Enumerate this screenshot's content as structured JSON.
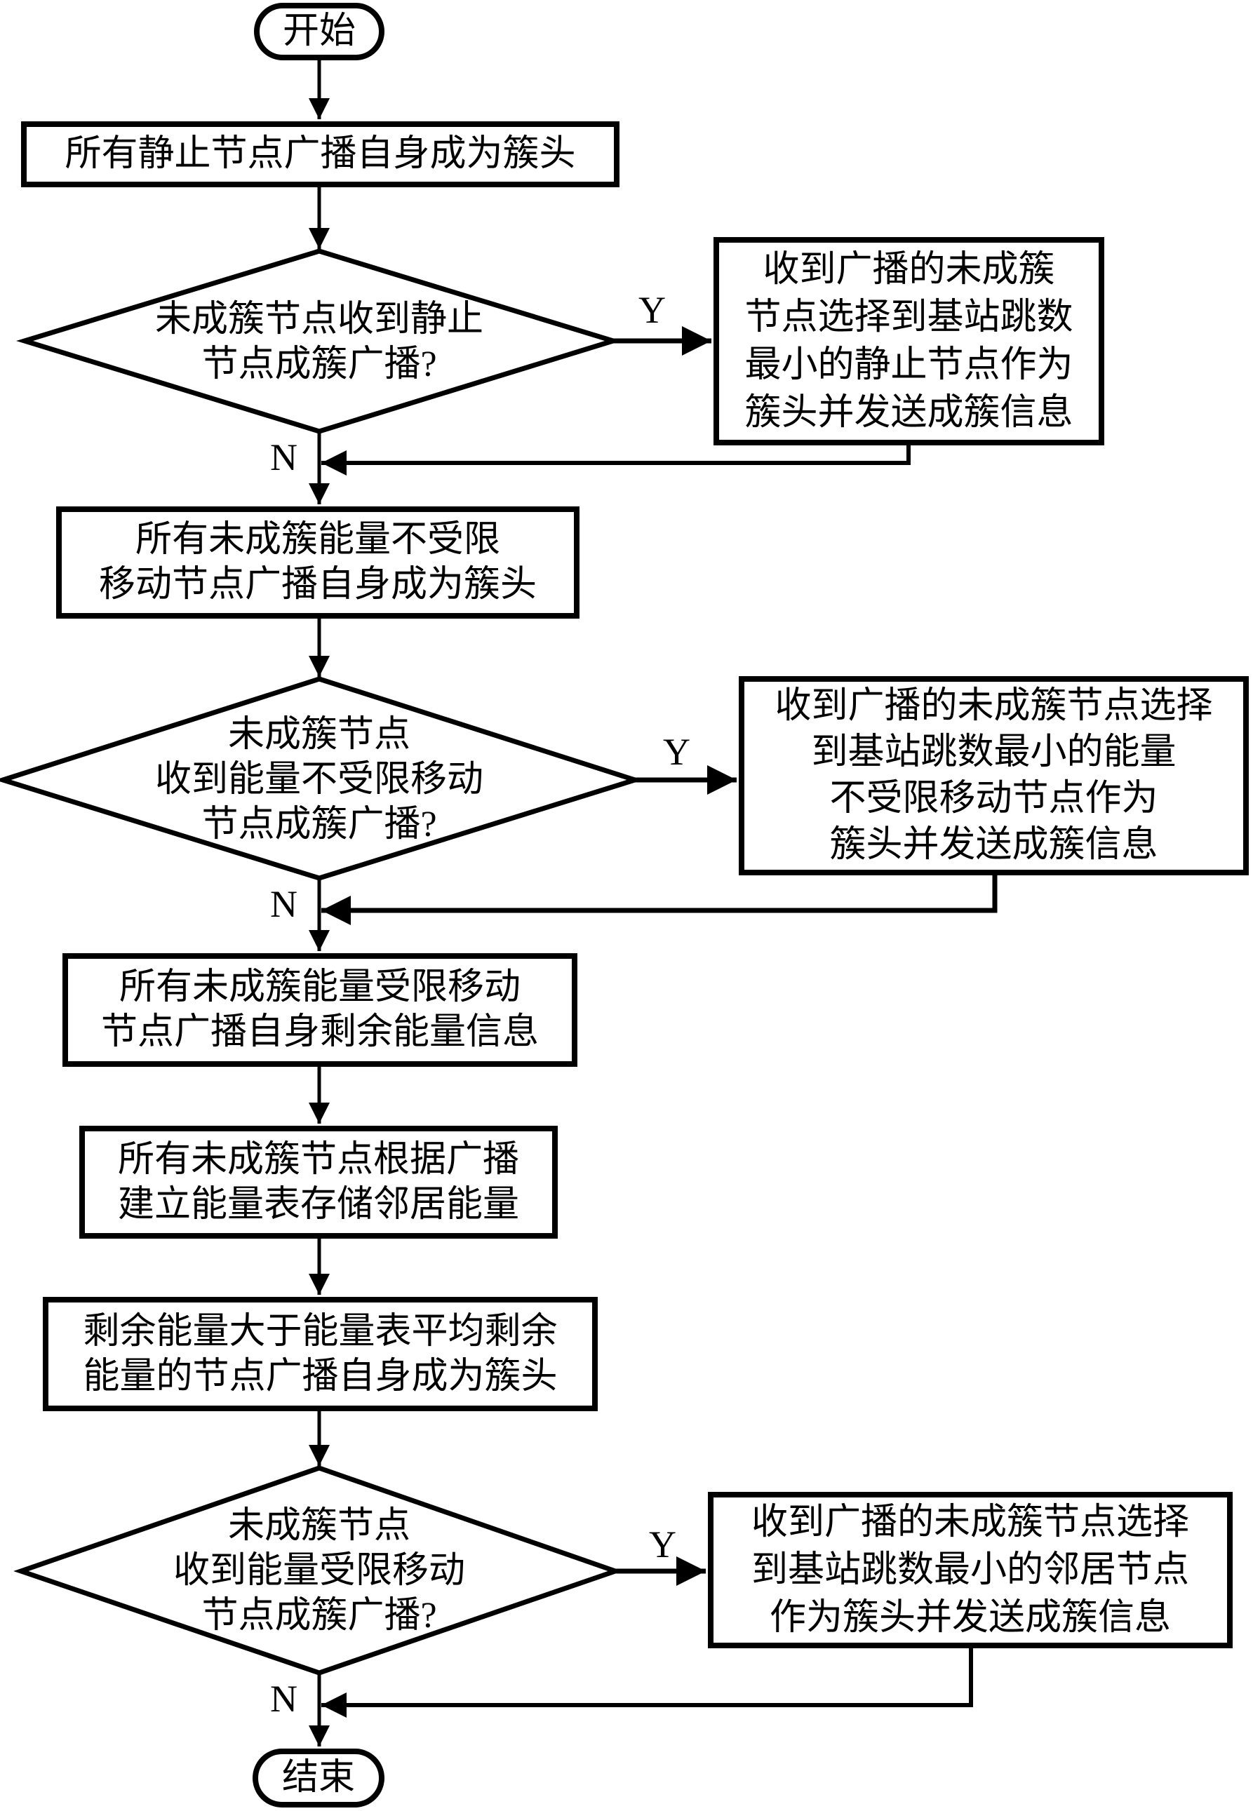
{
  "flowchart": {
    "start": "开始",
    "end": "结束",
    "steps": [
      {
        "id": "step1",
        "lines": [
          "所有静止节点广播自身成为簇头"
        ]
      },
      {
        "id": "step2",
        "lines": [
          "所有未成簇能量不受限",
          "移动节点广播自身成为簇头"
        ]
      },
      {
        "id": "step3",
        "lines": [
          "所有未成簇能量受限移动",
          "节点广播自身剩余能量信息"
        ]
      },
      {
        "id": "step4",
        "lines": [
          "所有未成簇节点根据广播",
          "建立能量表存储邻居能量"
        ]
      },
      {
        "id": "step5",
        "lines": [
          "剩余能量大于能量表平均剩余",
          "能量的节点广播自身成为簇头"
        ]
      }
    ],
    "decisions": [
      {
        "id": "decision1",
        "lines": [
          "未成簇节点收到静止",
          "节点成簇广播?"
        ],
        "yes_label": "Y",
        "no_label": "N",
        "yes_action": [
          "收到广播的未成簇",
          "节点选择到基站跳数",
          "最小的静止节点作为",
          "簇头并发送成簇信息"
        ]
      },
      {
        "id": "decision2",
        "lines": [
          "未成簇节点",
          "收到能量不受限移动",
          "节点成簇广播?"
        ],
        "yes_label": "Y",
        "no_label": "N",
        "yes_action": [
          "收到广播的未成簇节点选择",
          "到基站跳数最小的能量",
          "不受限移动节点作为",
          "簇头并发送成簇信息"
        ]
      },
      {
        "id": "decision3",
        "lines": [
          "未成簇节点",
          "收到能量受限移动",
          "节点成簇广播?"
        ],
        "yes_label": "Y",
        "no_label": "N",
        "yes_action": [
          "收到广播的未成簇节点选择",
          "到基站跳数最小的邻居节点",
          "作为簇头并发送成簇信息"
        ]
      }
    ],
    "colors": {
      "stroke": "#000000",
      "background": "#ffffff"
    }
  }
}
